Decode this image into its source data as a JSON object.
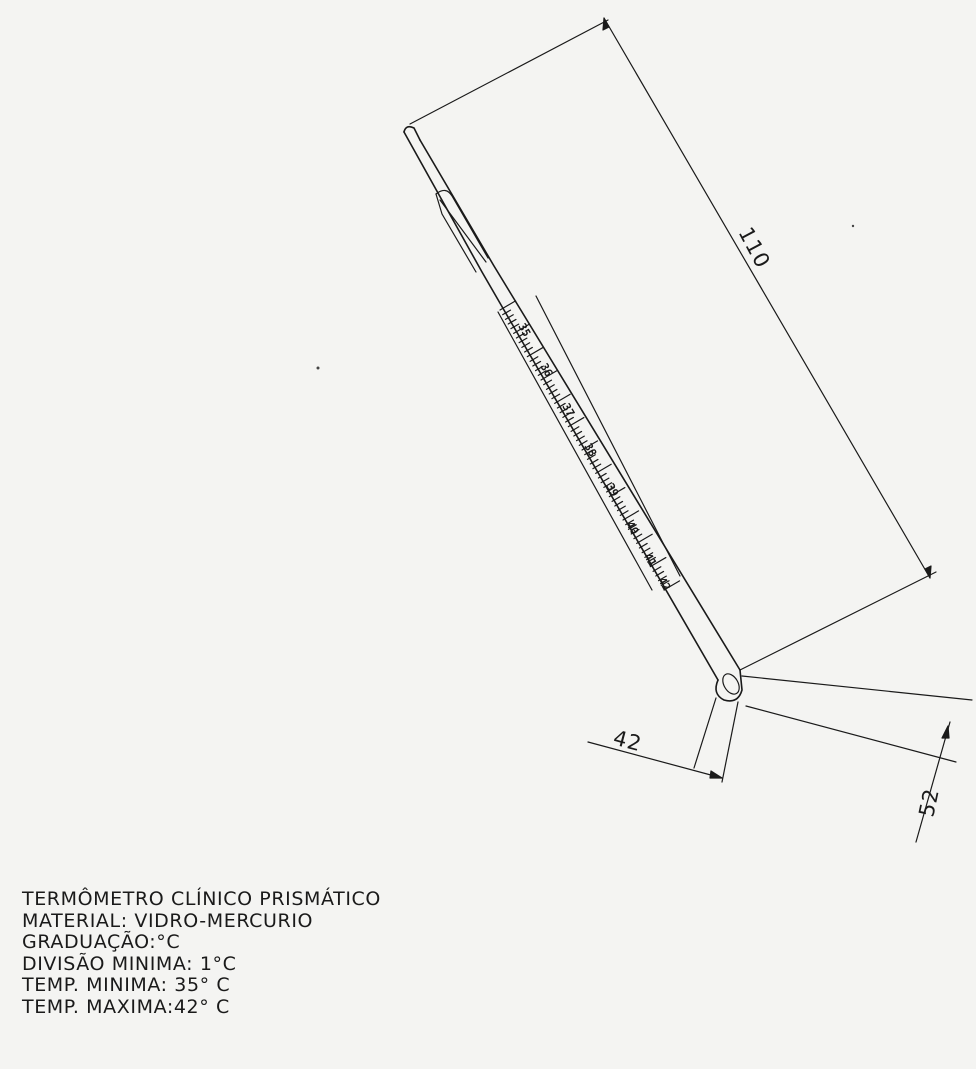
{
  "drawing": {
    "dimensions": {
      "length": "110",
      "width": "42",
      "height": "52"
    },
    "scale_labels": [
      "35",
      "36",
      "37",
      "38",
      "39",
      "40",
      "41",
      "42"
    ]
  },
  "specs": {
    "title": "TERMÔMETRO  CLÍNICO PRISMÁTICO",
    "material": "MATERIAL: VIDRO-MERCURIO",
    "graduation": "GRADUAÇÃO:°C",
    "min_division": "DIVISÃO MINIMA: 1°C",
    "min_temp": "TEMP. MINIMA: 35° C",
    "max_temp": "TEMP. MAXIMA:42° C"
  }
}
